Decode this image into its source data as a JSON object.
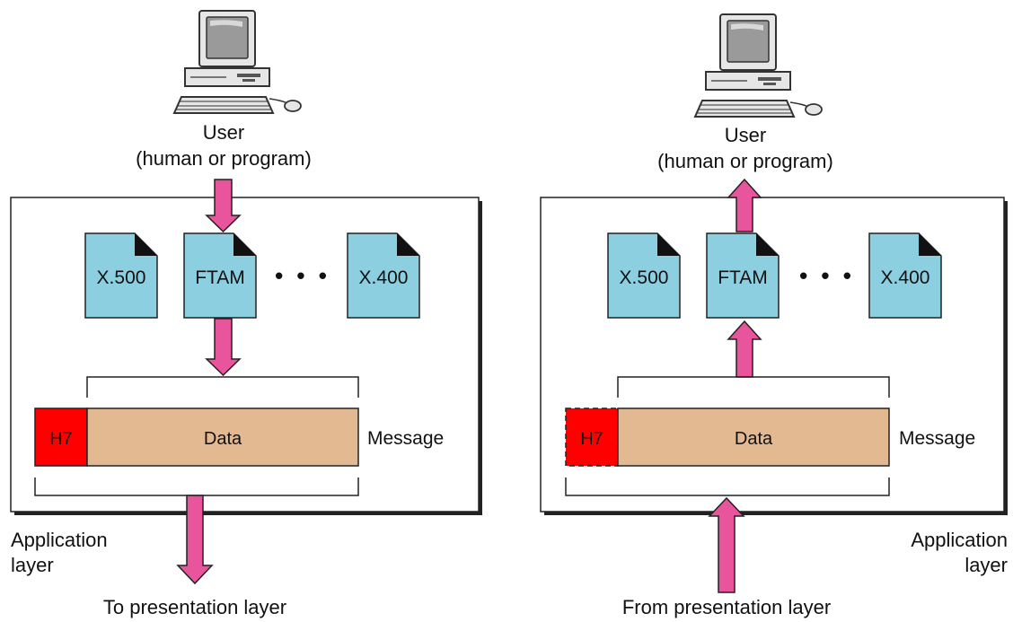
{
  "left": {
    "user_line1": "User",
    "user_line2": "(human or program)",
    "services": [
      "X.500",
      "FTAM",
      "X.400"
    ],
    "ellipsis": "• • •",
    "header": "H7",
    "data": "Data",
    "message": "Message",
    "layer_line1": "Application",
    "layer_line2": "layer",
    "bottom": "To presentation layer"
  },
  "right": {
    "user_line1": "User",
    "user_line2": "(human or program)",
    "services": [
      "X.500",
      "FTAM",
      "X.400"
    ],
    "ellipsis": "• • •",
    "header": "H7",
    "data": "Data",
    "message": "Message",
    "layer_line1": "Application",
    "layer_line2": "layer",
    "bottom": "From presentation layer"
  },
  "colors": {
    "document": "#8ccfe0",
    "header": "#ff0000",
    "data": "#e3b992",
    "arrow": "#e8559d",
    "box_shadow": "#222222"
  },
  "icons": {
    "user": "computer-icon",
    "document": "document-icon",
    "arrow": "arrow-icon"
  }
}
